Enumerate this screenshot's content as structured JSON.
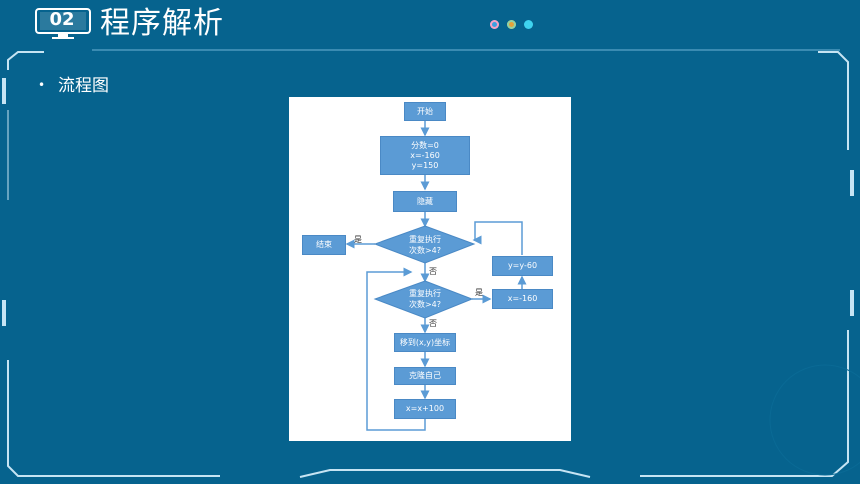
{
  "header": {
    "section_number": "02",
    "title": "程序解析",
    "dot_colors": [
      "#3aa0e0",
      "#e4a13a",
      "#3fd3ef"
    ]
  },
  "content": {
    "bullet_marker": "•",
    "bullet_text": "流程图"
  },
  "flowchart": {
    "start": "开始",
    "init_lines": [
      "分数=0",
      "x=-160",
      "y=150"
    ],
    "hide": "隐藏",
    "outer_decision_lines": [
      "重复执行",
      "次数>4?"
    ],
    "end": "结束",
    "inner_decision_lines": [
      "重复执行",
      "次数>4?"
    ],
    "move": "移到(x,y)坐标",
    "clone": "克隆自己",
    "x_inc": "x=x+100",
    "reset_x": "x=-160",
    "dec_y": "y=y-60",
    "yes": "是",
    "no": "否"
  },
  "colors": {
    "background": "#06638e",
    "frame": "#c6e4f3",
    "box_fill": "#5b9bd5",
    "arrow": "#5b9bd5"
  }
}
